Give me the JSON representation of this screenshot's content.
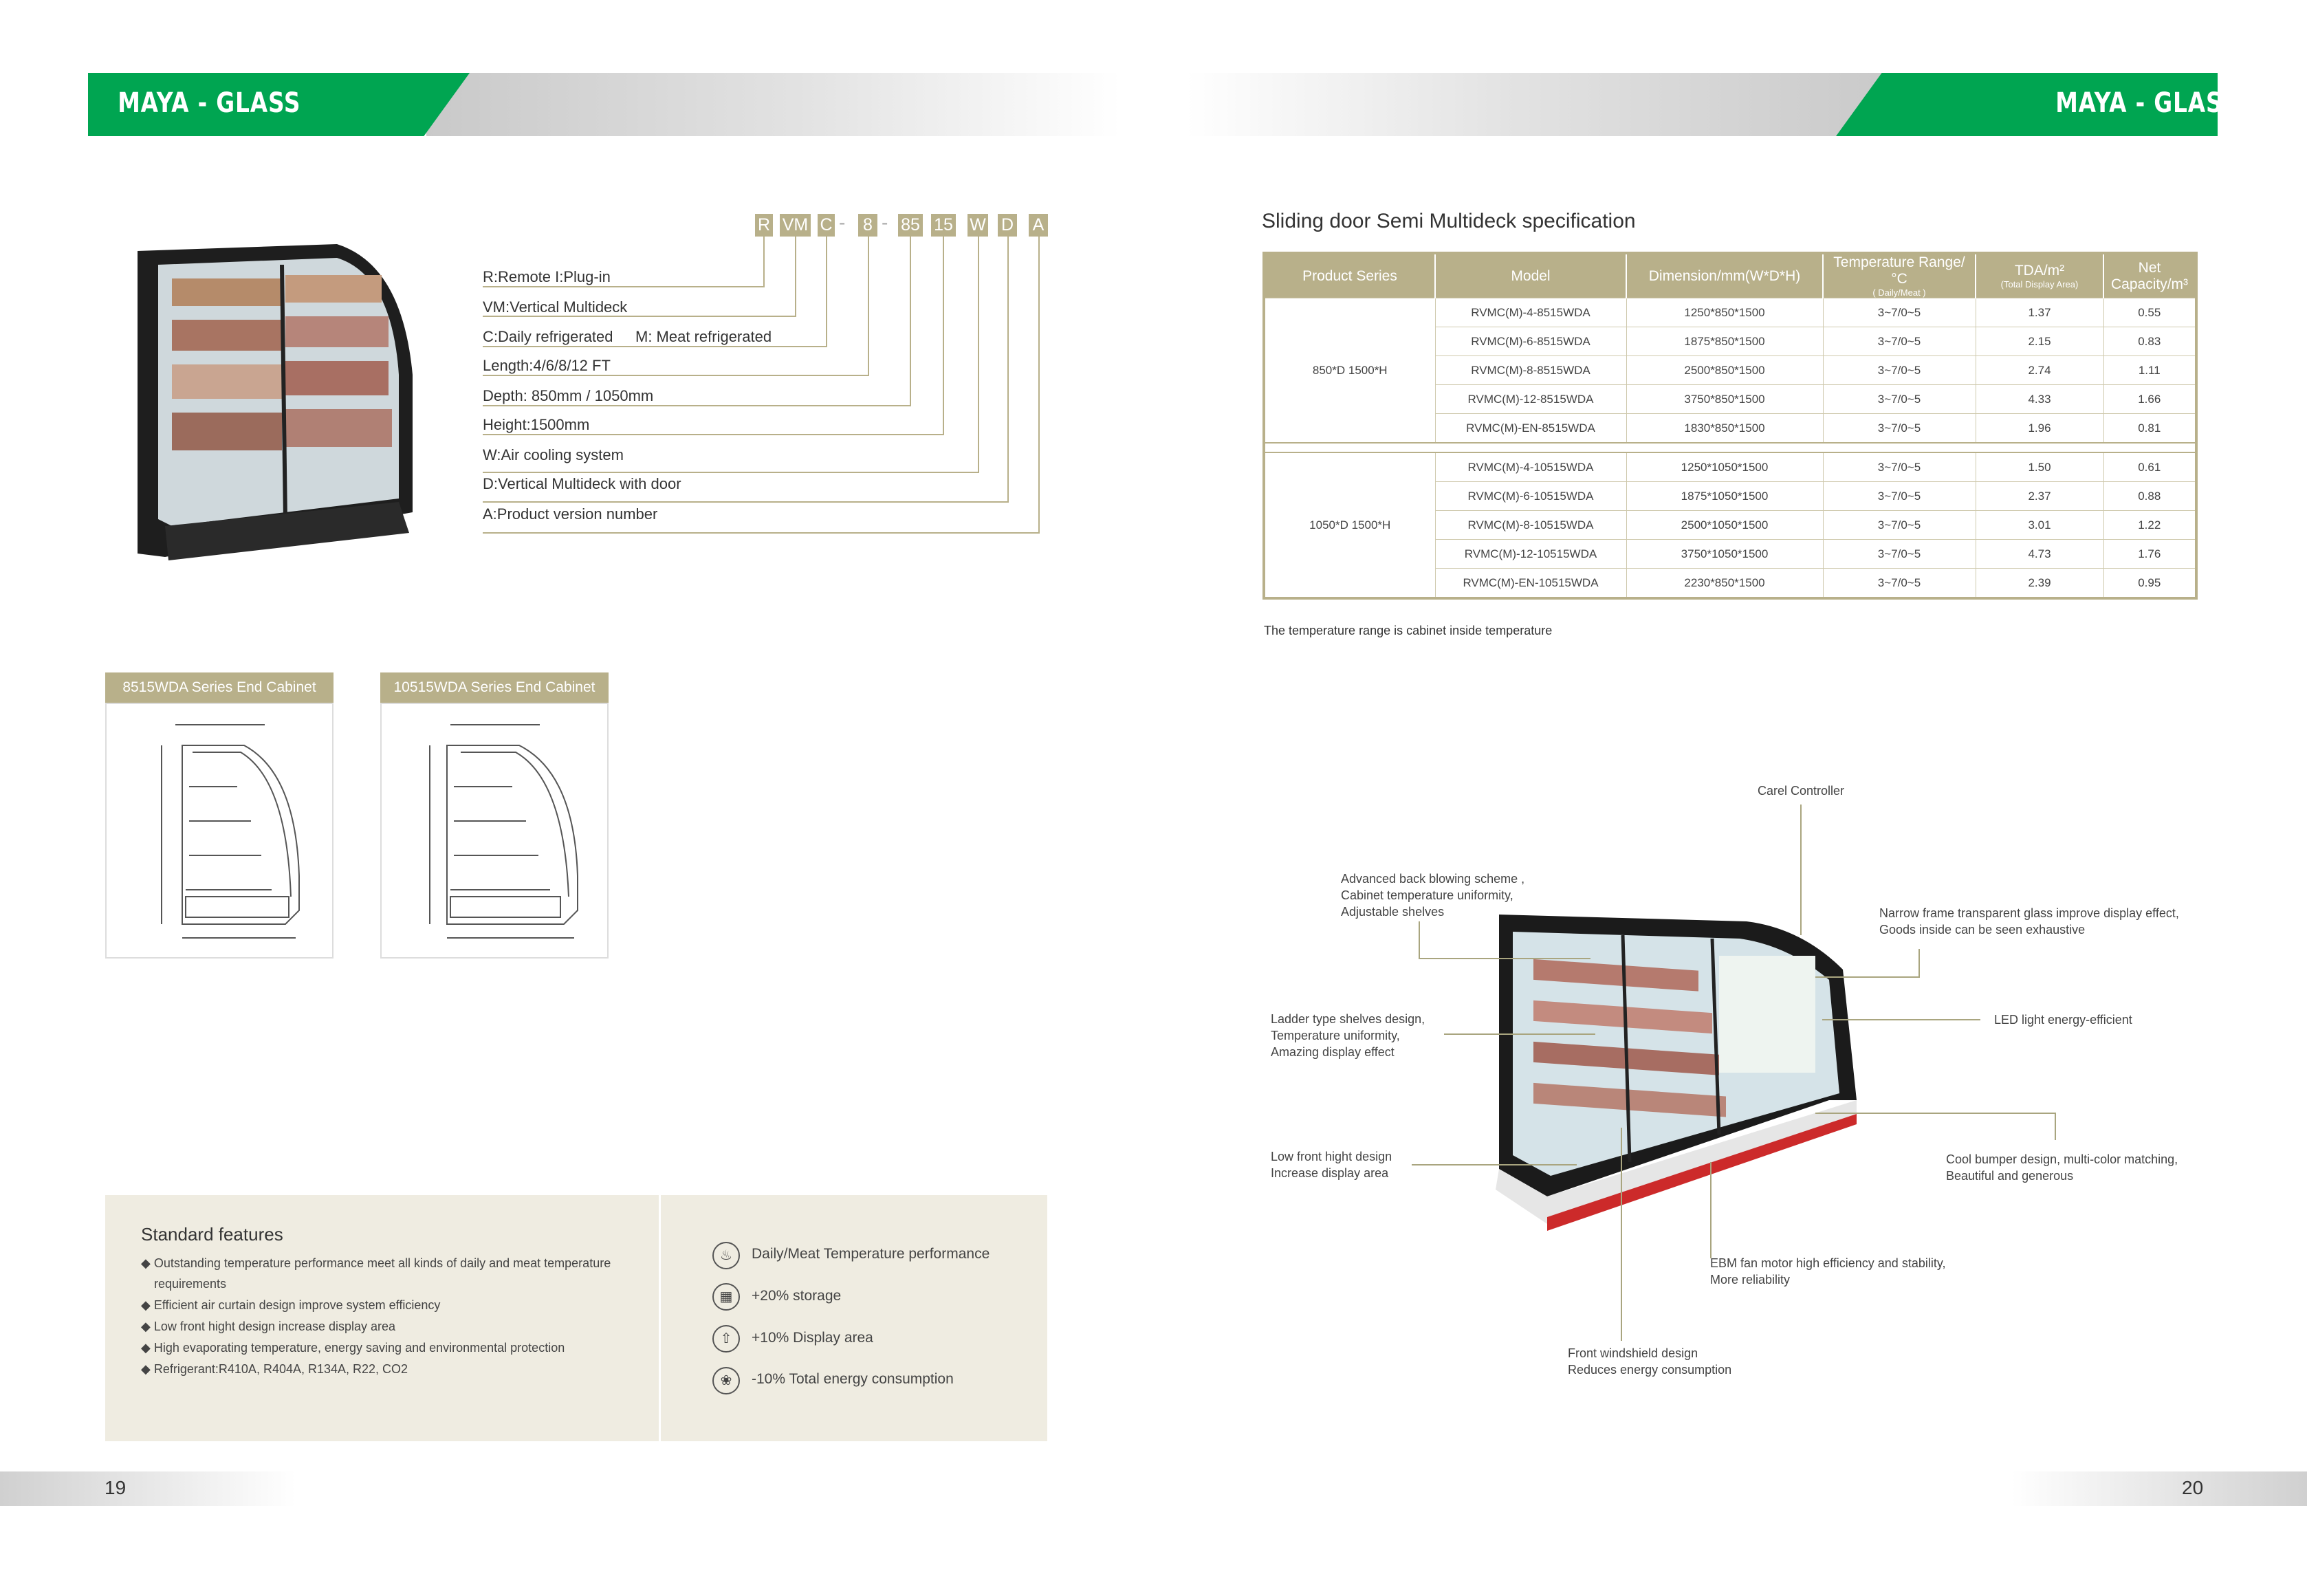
{
  "header": {
    "left_title": "MAYA - GLASS",
    "right_title": "MAYA - GLASS"
  },
  "footer": {
    "left_page": "19",
    "right_page": "20"
  },
  "code": {
    "segments": [
      "R",
      "VM",
      "C",
      "8",
      "85",
      "15",
      "W",
      "D",
      "A"
    ],
    "dash": "-",
    "legend": {
      "r": "R:Remote I:Plug-in",
      "vm": "VM:Vertical Multideck",
      "c": "C:Daily refrigerated",
      "m": "M: Meat refrigerated",
      "length": "Length:4/6/8/12 FT",
      "depth": "Depth: 850mm / 1050mm",
      "height": "Height:1500mm",
      "w": "W:Air cooling system",
      "d": "D:Vertical Multideck with door",
      "a": "A:Product version number"
    }
  },
  "end_cabinets": {
    "left": "8515WDA Series End Cabinet",
    "right": "10515WDA Series End Cabinet"
  },
  "features": {
    "title": "Standard features",
    "items": [
      "Outstanding temperature performance meet all kinds of daily and meat temperature",
      "requirements",
      "Efficient air curtain design improve system efficiency",
      "Low front hight design increase display area",
      "High evaporating temperature, energy saving and environmental protection",
      "Refrigerant:R410A, R404A, R134A, R22, CO2"
    ],
    "bullet": "◆",
    "perf": [
      {
        "icon": "thermometer-icon",
        "text": "Daily/Meat Temperature performance"
      },
      {
        "icon": "storage-icon",
        "text": "+20% storage"
      },
      {
        "icon": "display-area-icon",
        "text": "+10% Display area"
      },
      {
        "icon": "leaf-icon",
        "text": "-10% Total energy consumption"
      }
    ]
  },
  "spec": {
    "title": "Sliding door Semi Multideck specification",
    "headers": {
      "series": "Product Series",
      "model": "Model",
      "dimension": "Dimension/mm(W*D*H)",
      "temp": "Temperature Range/°C",
      "temp_sub": "( Daily/Meat )",
      "tda": "TDA/m²",
      "tda_sub": "(Total Display Area)",
      "net": "Net Capacity/m³"
    },
    "groups": [
      {
        "series": "850*D 1500*H",
        "rows": [
          [
            "RVMC(M)-4-8515WDA",
            "1250*850*1500",
            "3~7/0~5",
            "1.37",
            "0.55"
          ],
          [
            "RVMC(M)-6-8515WDA",
            "1875*850*1500",
            "3~7/0~5",
            "2.15",
            "0.83"
          ],
          [
            "RVMC(M)-8-8515WDA",
            "2500*850*1500",
            "3~7/0~5",
            "2.74",
            "1.11"
          ],
          [
            "RVMC(M)-12-8515WDA",
            "3750*850*1500",
            "3~7/0~5",
            "4.33",
            "1.66"
          ],
          [
            "RVMC(M)-EN-8515WDA",
            "1830*850*1500",
            "3~7/0~5",
            "1.96",
            "0.81"
          ]
        ]
      },
      {
        "series": "1050*D 1500*H",
        "rows": [
          [
            "RVMC(M)-4-10515WDA",
            "1250*1050*1500",
            "3~7/0~5",
            "1.50",
            "0.61"
          ],
          [
            "RVMC(M)-6-10515WDA",
            "1875*1050*1500",
            "3~7/0~5",
            "2.37",
            "0.88"
          ],
          [
            "RVMC(M)-8-10515WDA",
            "2500*1050*1500",
            "3~7/0~5",
            "3.01",
            "1.22"
          ],
          [
            "RVMC(M)-12-10515WDA",
            "3750*1050*1500",
            "3~7/0~5",
            "4.73",
            "1.76"
          ],
          [
            "RVMC(M)-EN-10515WDA",
            "2230*850*1500",
            "3~7/0~5",
            "2.39",
            "0.95"
          ]
        ]
      }
    ],
    "note": "The temperature range is cabinet inside temperature"
  },
  "callouts": {
    "carel": "Carel Controller",
    "back_1": "Advanced back blowing scheme ,",
    "back_2": "Cabinet temperature uniformity,",
    "back_3": "Adjustable shelves",
    "narrow_1": "Narrow frame transparent glass improve display effect,",
    "narrow_2": "Goods inside can be seen exhaustive",
    "ladder_1": "Ladder type shelves design,",
    "ladder_2": "Temperature uniformity,",
    "ladder_3": "Amazing display effect",
    "led": "LED light energy-efficient",
    "low_1": "Low front hight design",
    "low_2": "Increase display area",
    "bumper_1": "Cool bumper design, multi-color matching,",
    "bumper_2": "Beautiful and generous",
    "ebm_1": "EBM fan motor high efficiency and stability,",
    "ebm_2": "More reliability",
    "wind_1": "Front windshield design",
    "wind_2": "Reduces energy consumption"
  },
  "colors": {
    "green": "#00a551",
    "khaki": "#b8b08a",
    "panel": "#efece1"
  }
}
